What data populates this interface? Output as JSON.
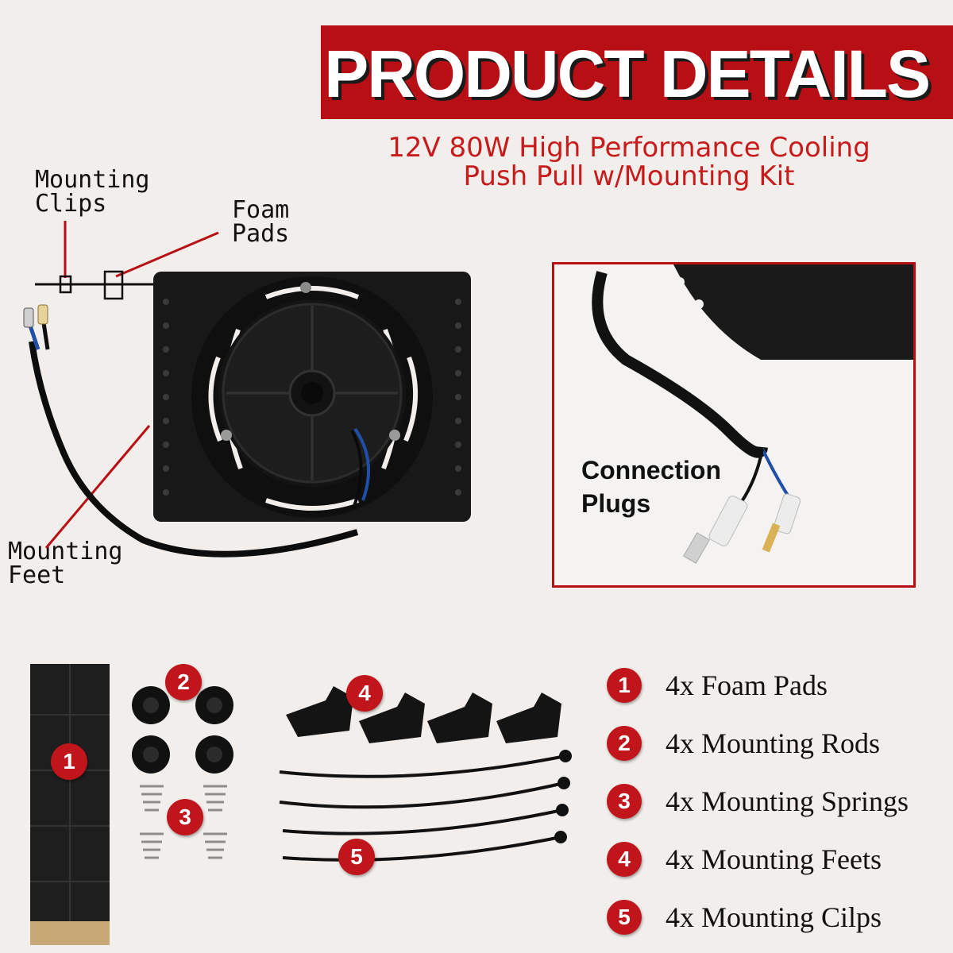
{
  "header": {
    "title": "PRODUCT DETAILS",
    "subtitle_line1": "12V 80W High Performance Cooling",
    "subtitle_line2": "Push Pull w/Mounting Kit"
  },
  "callouts": {
    "mounting_clips_1": "Mounting",
    "mounting_clips_2": "Clips",
    "foam_pads_1": "Foam",
    "foam_pads_2": "Pads",
    "mounting_feet_1": "Mounting",
    "mounting_feet_2": "Feet"
  },
  "inset": {
    "label_line1": "Connection",
    "label_line2": "Plugs"
  },
  "kit_badges": [
    "1",
    "2",
    "3",
    "4",
    "5"
  ],
  "legend": [
    {
      "number": "1",
      "text": "4x Foam Pads"
    },
    {
      "number": "2",
      "text": "4x Mounting Rods"
    },
    {
      "number": "3",
      "text": "4x Mounting Springs"
    },
    {
      "number": "4",
      "text": "4x Mounting Feets"
    },
    {
      "number": "5",
      "text": "4x Mounting Cilps"
    }
  ],
  "colors": {
    "accent_red": "#b80f15",
    "background": "#f1eeeb",
    "subtitle_red": "#c81c1c"
  }
}
